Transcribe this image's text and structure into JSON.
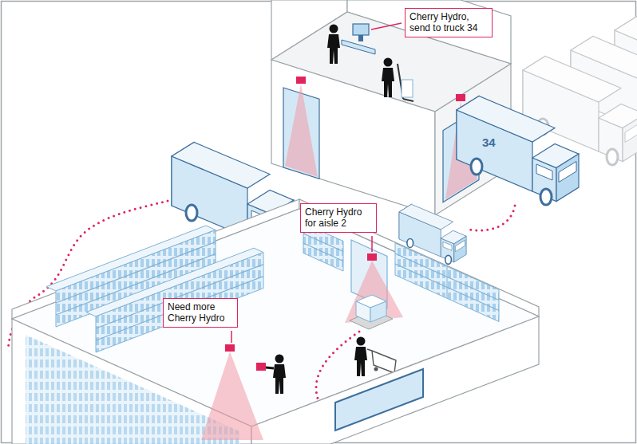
{
  "diagram": {
    "nodes": [
      {
        "text": [
          "Cherry Hydro, send to truck 34"
        ]
      },
      {
        "text": [
          "Cherry Hydro for aisle 2"
        ]
      },
      {
        "text": [
          "Need more Cherry Hydro"
        ]
      }
    ],
    "labels": [
      "34"
    ]
  }
}
